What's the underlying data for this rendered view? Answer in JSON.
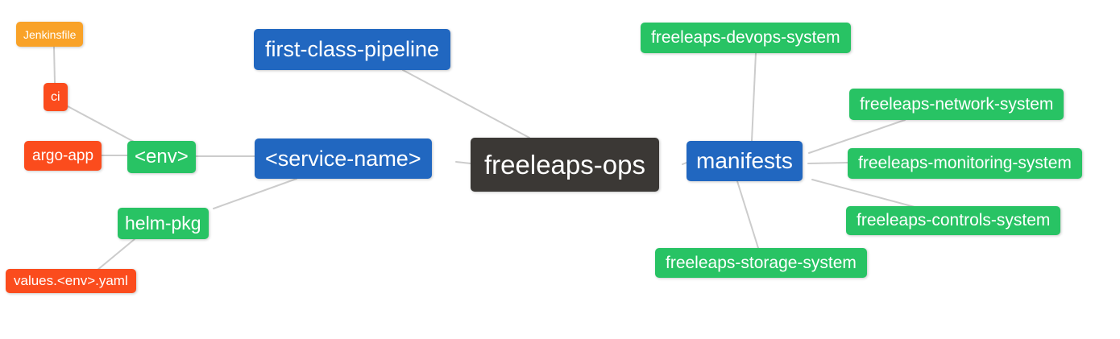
{
  "diagram": {
    "type": "mindmap",
    "root": "freeleaps-ops",
    "palette": {
      "blue": "#2167c0",
      "green": "#28c364",
      "red": "#fb4c1d",
      "orange": "#f9a228",
      "dark": "#3b3835",
      "edge_gray": "#cccccc",
      "text": "#ffffff"
    }
  },
  "nodes": {
    "jenkinsfile": {
      "label": "Jenkinsfile",
      "color": "orange"
    },
    "ci": {
      "label": "ci",
      "color": "red"
    },
    "argo_app": {
      "label": "argo-app",
      "color": "red"
    },
    "env": {
      "label": "<env>",
      "color": "green"
    },
    "helm_pkg": {
      "label": "helm-pkg",
      "color": "green"
    },
    "values_yaml": {
      "label": "values.<env>.yaml",
      "color": "red"
    },
    "first_class_pipeline": {
      "label": "first-class-pipeline",
      "color": "blue"
    },
    "service_name": {
      "label": "<service-name>",
      "color": "blue"
    },
    "freeleaps_ops": {
      "label": "freeleaps-ops",
      "color": "dark"
    },
    "manifests": {
      "label": "manifests",
      "color": "blue"
    },
    "devops_system": {
      "label": "freeleaps-devops-system",
      "color": "green"
    },
    "network_system": {
      "label": "freeleaps-network-system",
      "color": "green"
    },
    "monitoring_system": {
      "label": "freeleaps-monitoring-system",
      "color": "green"
    },
    "controls_system": {
      "label": "freeleaps-controls-system",
      "color": "green"
    },
    "storage_system": {
      "label": "freeleaps-storage-system",
      "color": "green"
    }
  },
  "edges": [
    [
      "jenkinsfile",
      "ci"
    ],
    [
      "ci",
      "env"
    ],
    [
      "argo_app",
      "env"
    ],
    [
      "env",
      "service_name"
    ],
    [
      "service_name",
      "helm_pkg"
    ],
    [
      "helm_pkg",
      "values_yaml"
    ],
    [
      "service_name",
      "freeleaps_ops"
    ],
    [
      "first_class_pipeline",
      "freeleaps_ops"
    ],
    [
      "freeleaps_ops",
      "manifests"
    ],
    [
      "manifests",
      "devops_system"
    ],
    [
      "manifests",
      "network_system"
    ],
    [
      "manifests",
      "monitoring_system"
    ],
    [
      "manifests",
      "controls_system"
    ],
    [
      "manifests",
      "storage_system"
    ]
  ]
}
